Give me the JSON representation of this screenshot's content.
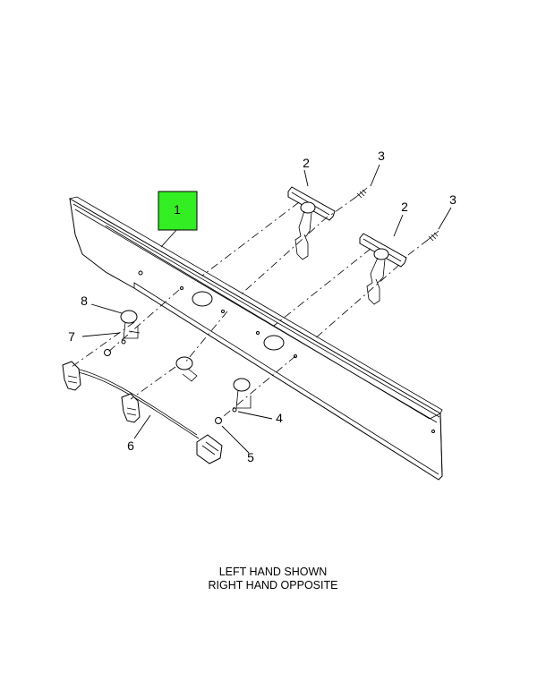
{
  "callouts": {
    "c1": "1",
    "c2a": "2",
    "c2b": "2",
    "c3a": "3",
    "c3b": "3",
    "c4": "4",
    "c5": "5",
    "c6": "6",
    "c7": "7",
    "c8": "8"
  },
  "caption": {
    "line1": "LEFT HAND SHOWN",
    "line2": "RIGHT HAND OPPOSITE"
  },
  "colors": {
    "highlight_fill": "#33ee22",
    "line": "#000000"
  }
}
